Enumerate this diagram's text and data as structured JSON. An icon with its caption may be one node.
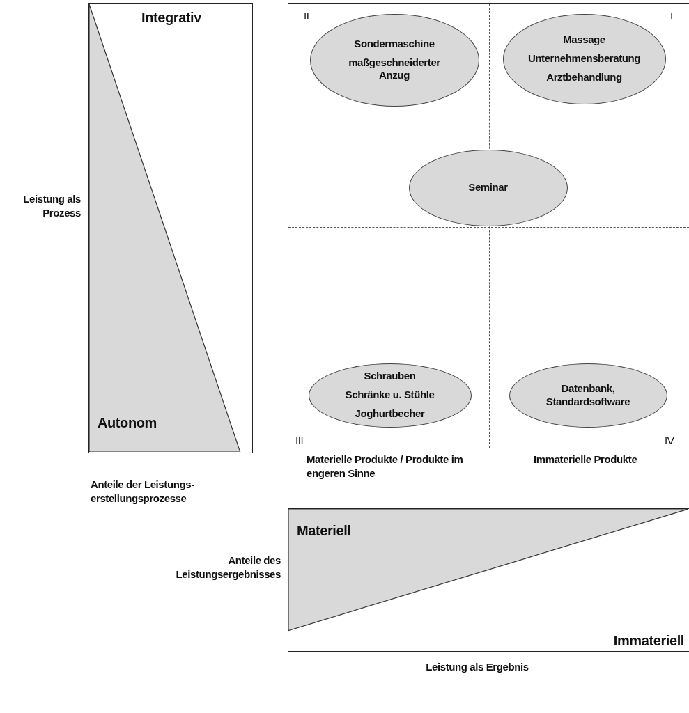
{
  "diagram": {
    "nodes": [
      {
        "text": [
          "Integrativ",
          "Autonom"
        ]
      },
      {
        "text": [
          "II",
          "I",
          "III",
          "IV"
        ]
      },
      {
        "text": [
          "Sondermaschine",
          "maßgeschneiderter Anzug"
        ],
        "in": 1
      },
      {
        "text": [
          "Massage",
          "Unternehmensberatung",
          "Arztbehandlung"
        ],
        "in": 1
      },
      {
        "text": [
          "Seminar"
        ],
        "in": 1
      },
      {
        "text": [
          "Schrauben",
          "Schränke u. Stühle",
          "Joghurtbecher"
        ],
        "in": 1
      },
      {
        "text": [
          "Datenbank, Standardsoftware"
        ],
        "in": 1
      },
      {
        "text": [
          "Materiell",
          "Immateriell"
        ]
      }
    ],
    "edges": [],
    "labels": [
      "Leistung als Prozess",
      "Materielle Produkte / Produkte im engeren Sinne",
      "Immaterielle Produkte",
      "Anteile der Leistungs- erstellungsprozesse",
      "Anteile des Leistungsergebnisses",
      "Leistung als Ergebnis"
    ]
  }
}
